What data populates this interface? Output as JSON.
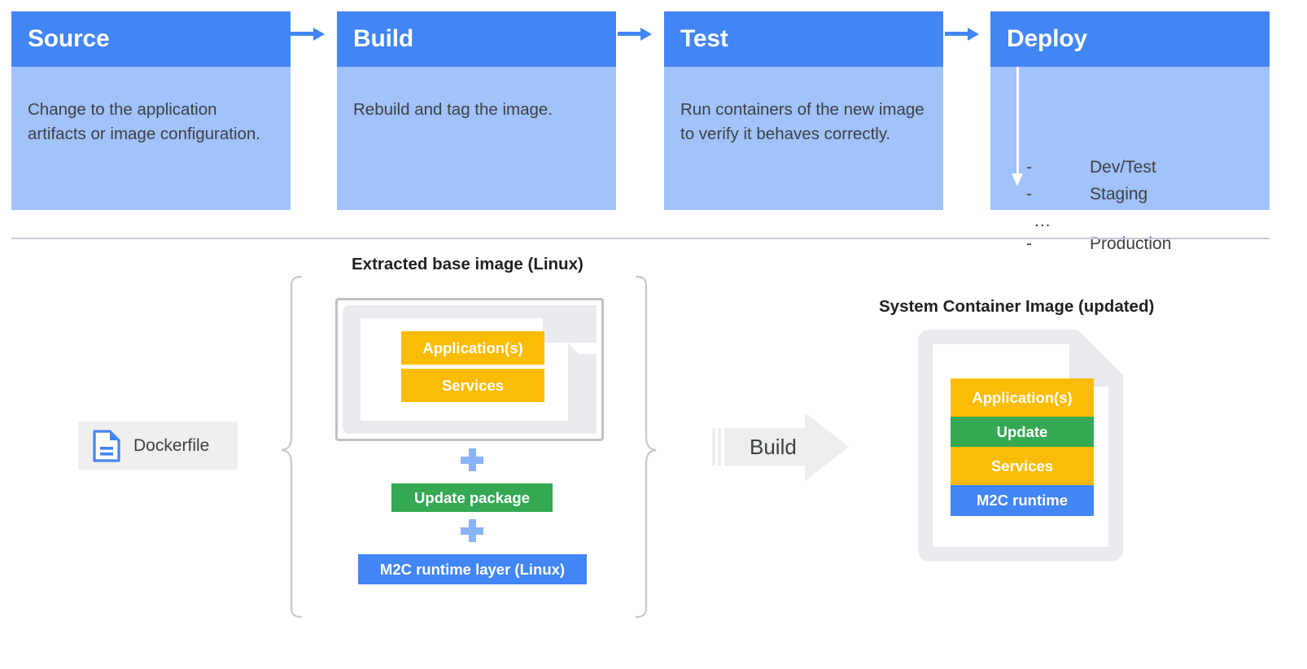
{
  "pipeline": {
    "stages": [
      {
        "title": "Source",
        "desc": "Change to the application artifacts or image configuration."
      },
      {
        "title": "Build",
        "desc": "Rebuild and tag the image."
      },
      {
        "title": "Test",
        "desc": "Run containers of the new image to verify it behaves correctly."
      },
      {
        "title": "Deploy",
        "desc": "",
        "items": [
          {
            "dash": "-",
            "label": "Dev/Test"
          },
          {
            "dash": "-",
            "label": "Staging"
          },
          {
            "dash": "...",
            "label": ""
          },
          {
            "dash": "-",
            "label": "Production"
          }
        ]
      }
    ]
  },
  "build_diagram": {
    "base_image_label": "Extracted base image (Linux)",
    "output_image_label": "System Container Image (updated)",
    "dockerfile_label": "Dockerfile",
    "build_arrow_label": "Build",
    "base_layers": [
      {
        "label": "Application(s)",
        "color": "#FBBC04"
      },
      {
        "label": "Services",
        "color": "#FBBC04"
      }
    ],
    "added_layers": [
      {
        "label": "Update package",
        "color": "#34A853"
      },
      {
        "label": "M2C runtime layer (Linux)",
        "color": "#4285F4"
      }
    ],
    "output_layers": [
      {
        "label": "Application(s)",
        "color": "#FBBC04"
      },
      {
        "label": "Update",
        "color": "#34A853"
      },
      {
        "label": "Services",
        "color": "#FBBC04"
      },
      {
        "label": "M2C runtime",
        "color": "#4285F4"
      }
    ]
  },
  "colors": {
    "header_blue": "#4285F4",
    "body_blue": "#A1C2FA",
    "yellow": "#FBBC04",
    "green": "#34A853",
    "blue": "#4285F4",
    "light_gray": "#E8EAED",
    "border_gray": "#BDC1C6",
    "text_dark": "#3C4043",
    "plus_blue": "#8AB4F8"
  }
}
